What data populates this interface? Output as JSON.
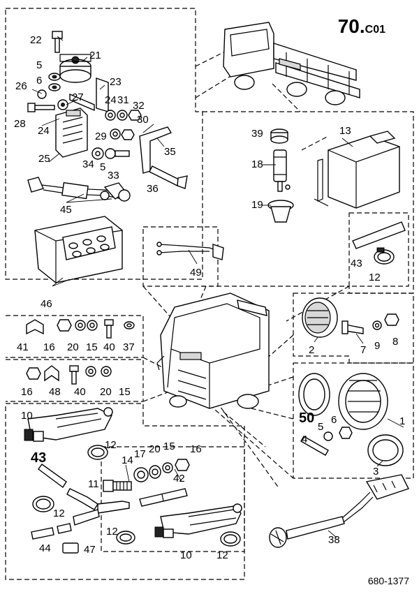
{
  "sheet": {
    "title_main": "70.",
    "title_suffix": "C01",
    "code": "680-1377"
  },
  "labels": {
    "l22": "22",
    "l21": "21",
    "l5a": "5",
    "l6a": "6",
    "l23": "23",
    "l26": "26",
    "l27": "27",
    "l24a": "24",
    "l31": "31",
    "l32": "32",
    "l28": "28",
    "l24b": "24",
    "l29": "29",
    "l30": "30",
    "l25": "25",
    "l34": "34",
    "l5b": "5",
    "l33": "33",
    "l35": "35",
    "l36": "36",
    "l45": "45",
    "l46": "46",
    "l49": "49",
    "l39": "39",
    "l13": "13",
    "l18": "18",
    "l19": "19",
    "l43a": "43",
    "l12a": "12",
    "l41": "41",
    "l16a": "16",
    "l20a": "20",
    "l15a": "15",
    "l40a": "40",
    "l37": "37",
    "l2": "2",
    "l7": "7",
    "l9": "9",
    "l8": "8",
    "l16b": "16",
    "l48": "48",
    "l40b": "40",
    "l20b": "20",
    "l15b": "15",
    "l50": "50",
    "l5c": "5",
    "l6b": "6",
    "l1": "1",
    "l4": "4",
    "l3": "3",
    "l10a": "10",
    "l12b": "12",
    "l43b": "43",
    "l14": "14",
    "l17": "17",
    "l20c": "20",
    "l15c": "15",
    "l16c": "16",
    "l42": "42",
    "l11": "11",
    "l12c": "12",
    "l12d": "12",
    "l44": "44",
    "l47": "47",
    "l10b": "10",
    "l12e": "12",
    "l38": "38"
  },
  "icons": [
    "bolt-icon",
    "washer-icon",
    "nut-icon",
    "clamp-icon",
    "battery-icon",
    "tank-icon",
    "headlamp-icon",
    "truck-cab-icon",
    "truck-chassis-icon",
    "connector-icon"
  ]
}
